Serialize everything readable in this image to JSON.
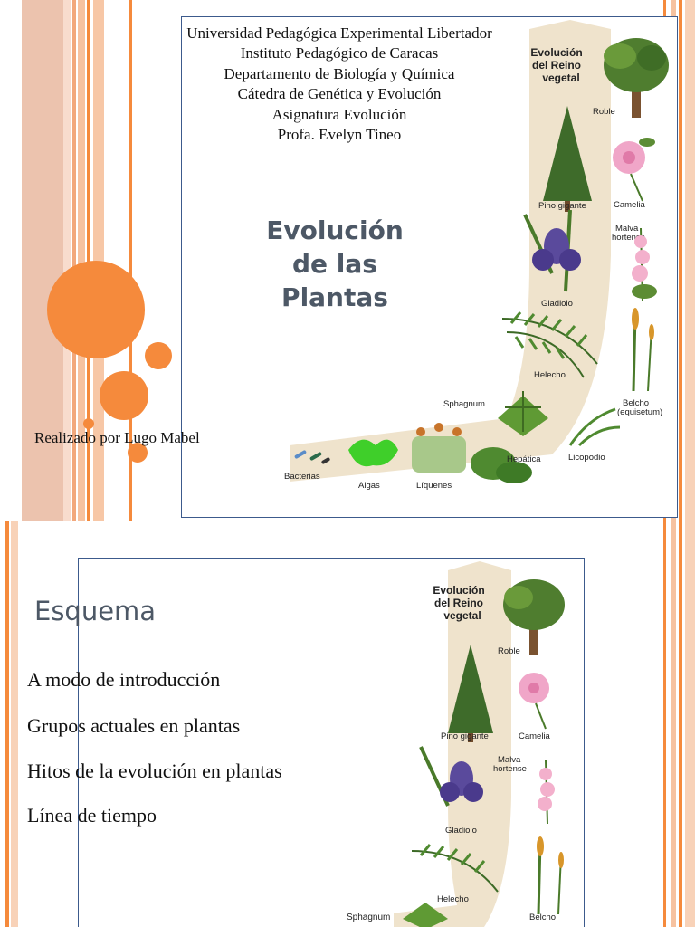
{
  "slide1": {
    "header_lines": [
      "Universidad Pedagógica Experimental Libertador",
      "Instituto Pedagógico de Caracas",
      "Departamento de Biología y Química",
      "Cátedra de Genética y Evolución",
      "Asignatura Evolución",
      "Profa. Evelyn Tineo"
    ],
    "title_lines": [
      "Evolución",
      "de las",
      "Plantas"
    ],
    "author": "Realizado por Lugo Mabel"
  },
  "slide2": {
    "title": "Esquema",
    "bullets": [
      "A modo de introducción",
      "Grupos actuales en plantas",
      "Hitos de la evolución en plantas",
      "Línea de tiempo"
    ]
  },
  "illustration": {
    "title_lines": [
      "Evolución",
      "del Reino",
      "vegetal"
    ],
    "labels": {
      "roble": "Roble",
      "pino": "Pino gigante",
      "camelia": "Camelia",
      "malva": "Malva\nhortense",
      "gladiolo": "Gladiolo",
      "helecho": "Helecho",
      "sphagnum": "Sphagnum",
      "belcho": "Belcho\n(equisetum)",
      "hepatica": "Hepática",
      "licopodio": "Licopodio",
      "bacterias": "Bacterias",
      "algas": "Algas",
      "liquenes": "Líquenes"
    }
  },
  "colors": {
    "accent_orange": "#f58a3c",
    "frame_border": "#3c5a8c",
    "title_gray": "#4d5866",
    "illustration_bg": "#efe3cc"
  }
}
